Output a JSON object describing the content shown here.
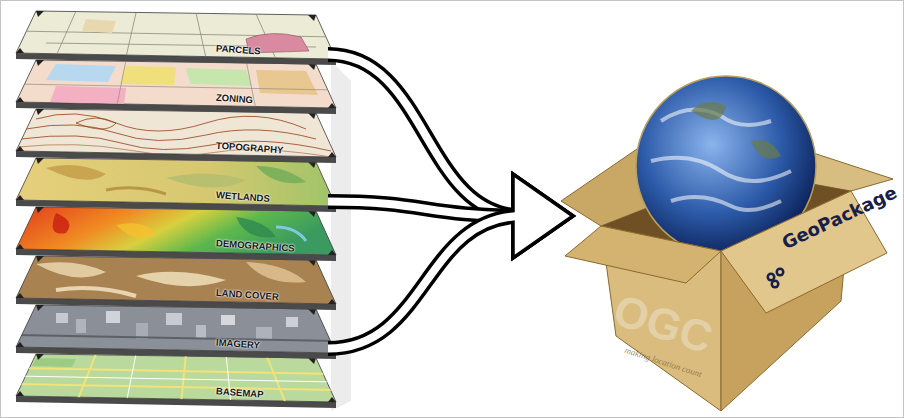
{
  "diagram": {
    "nodes": [
      {
        "text": [
          "PARCELS"
        ]
      },
      {
        "text": [
          "ZONING"
        ]
      },
      {
        "text": [
          "TOPOGRAPHY"
        ]
      },
      {
        "text": [
          "WETLANDS"
        ]
      },
      {
        "text": [
          "DEMOGRAPHICS"
        ]
      },
      {
        "text": [
          "LAND COVER"
        ]
      },
      {
        "text": [
          "IMAGERY"
        ]
      },
      {
        "text": [
          "BASEMAP"
        ]
      },
      {
        "text": [
          "GeoPackage"
        ]
      }
    ],
    "edges": [
      {
        "from": 0,
        "to": 8,
        "arrow": "to"
      },
      {
        "from": 3,
        "to": 8,
        "arrow": "to"
      },
      {
        "from": 6,
        "to": 8,
        "arrow": "to"
      }
    ],
    "labels": [
      "OGC",
      "making location count"
    ]
  }
}
